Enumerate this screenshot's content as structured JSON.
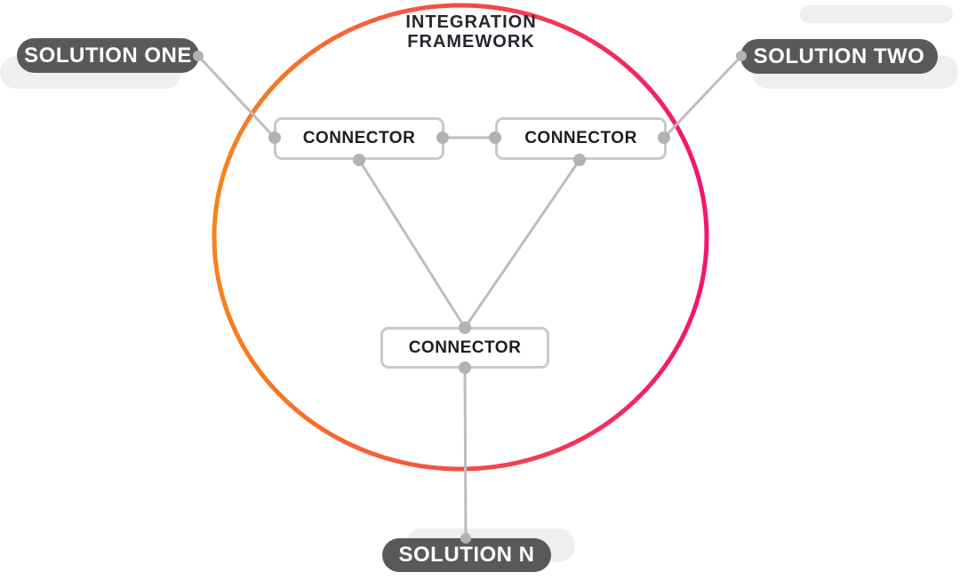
{
  "title": {
    "line1": "INTEGRATION",
    "line2": "FRAMEWORK"
  },
  "nodes": {
    "solution_one": "SOLUTION ONE",
    "solution_two": "SOLUTION TWO",
    "solution_n": "SOLUTION N",
    "connector_left": "CONNECTOR",
    "connector_right": "CONNECTOR",
    "connector_bottom": "CONNECTOR"
  },
  "colors": {
    "circle_gradient_start": "#f6831d",
    "circle_gradient_end": "#f3156d",
    "pill_background": "#595959",
    "pill_text": "#ffffff",
    "shadow": "#efefef",
    "connector_border": "#c9c9c9",
    "connector_text": "#1d1d23",
    "title_text": "#26262e",
    "line": "#bdbdbd",
    "dot": "#b2b2b2"
  }
}
